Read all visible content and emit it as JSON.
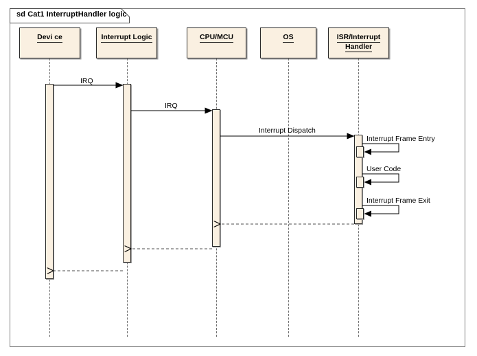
{
  "diagram": {
    "type": "uml-sequence-diagram",
    "frame_label": "sd Cat1 InterruptHandler logic",
    "colors": {
      "fill": "#FAF0E1",
      "stroke": "#2A2A2A",
      "frame_border": "#7B7B7B",
      "lifeline": "#6E6E6E",
      "background": "#FFFFFF"
    },
    "lifelines": [
      {
        "id": "device",
        "label": "Devi ce",
        "label_lines": [
          "Devi ce"
        ]
      },
      {
        "id": "interrupt-logic",
        "label": "Interrupt Logic",
        "label_lines": [
          "Interrupt Logic"
        ]
      },
      {
        "id": "cpu-mcu",
        "label": "CPU/MCU",
        "label_lines": [
          "CPU/MCU"
        ]
      },
      {
        "id": "os",
        "label": "OS",
        "label_lines": [
          "OS"
        ]
      },
      {
        "id": "isr",
        "label": "ISR/Interrupt Handler",
        "label_lines": [
          "ISR/Interrupt",
          "Handler"
        ]
      }
    ],
    "messages": [
      {
        "id": "m1",
        "label": "IRQ",
        "from": "device",
        "to": "interrupt-logic",
        "kind": "call"
      },
      {
        "id": "m2",
        "label": "IRQ",
        "from": "interrupt-logic",
        "to": "cpu-mcu",
        "kind": "call"
      },
      {
        "id": "m3",
        "label": "Interrupt Dispatch",
        "from": "cpu-mcu",
        "to": "isr",
        "kind": "call"
      },
      {
        "id": "m4",
        "label": "Interrupt Frame Entry",
        "from": "isr",
        "to": "isr",
        "kind": "self"
      },
      {
        "id": "m5",
        "label": "User Code",
        "from": "isr",
        "to": "isr",
        "kind": "self"
      },
      {
        "id": "m6",
        "label": "Interrupt Frame Exit",
        "from": "isr",
        "to": "isr",
        "kind": "self"
      },
      {
        "id": "m7",
        "label": "",
        "from": "isr",
        "to": "cpu-mcu",
        "kind": "return"
      },
      {
        "id": "m8",
        "label": "",
        "from": "cpu-mcu",
        "to": "interrupt-logic",
        "kind": "return"
      },
      {
        "id": "m9",
        "label": "",
        "from": "interrupt-logic",
        "to": "device",
        "kind": "return"
      }
    ]
  }
}
